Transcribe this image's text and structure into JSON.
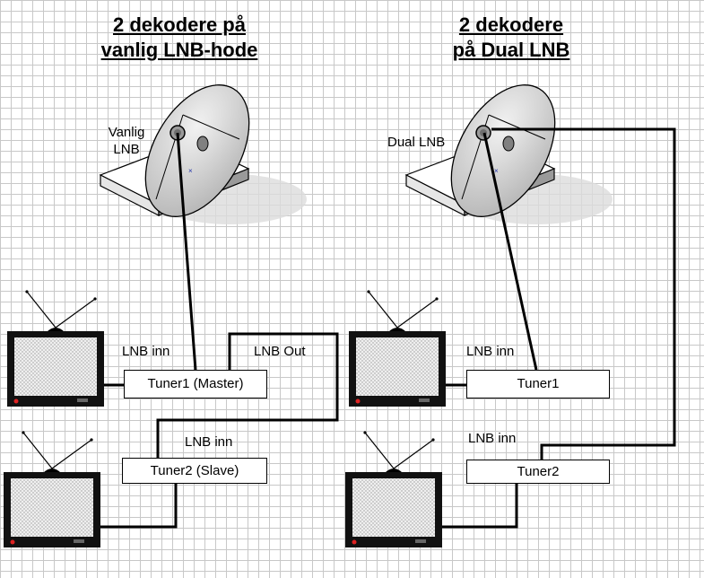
{
  "left": {
    "title_line1": "2 dekodere på",
    "title_line2": "vanlig LNB-hode",
    "lnb_label_line1": "Vanlig",
    "lnb_label_line2": "LNB",
    "lnb_in_1": "LNB inn",
    "lnb_out": "LNB Out",
    "lnb_in_2": "LNB inn",
    "tuner1": "Tuner1 (Master)",
    "tuner2": "Tuner2 (Slave)"
  },
  "right": {
    "title_line1": "2 dekodere",
    "title_line2": "på Dual LNB",
    "lnb_label": "Dual LNB",
    "lnb_in_1": "LNB inn",
    "lnb_in_2": "LNB inn",
    "tuner1": "Tuner1",
    "tuner2": "Tuner2"
  },
  "colors": {
    "line": "#000000",
    "dish": "#d6d6d6",
    "tv_frame": "#111111",
    "tv_screen": "#e6e6e6",
    "shadow": "#d9d9d9"
  }
}
